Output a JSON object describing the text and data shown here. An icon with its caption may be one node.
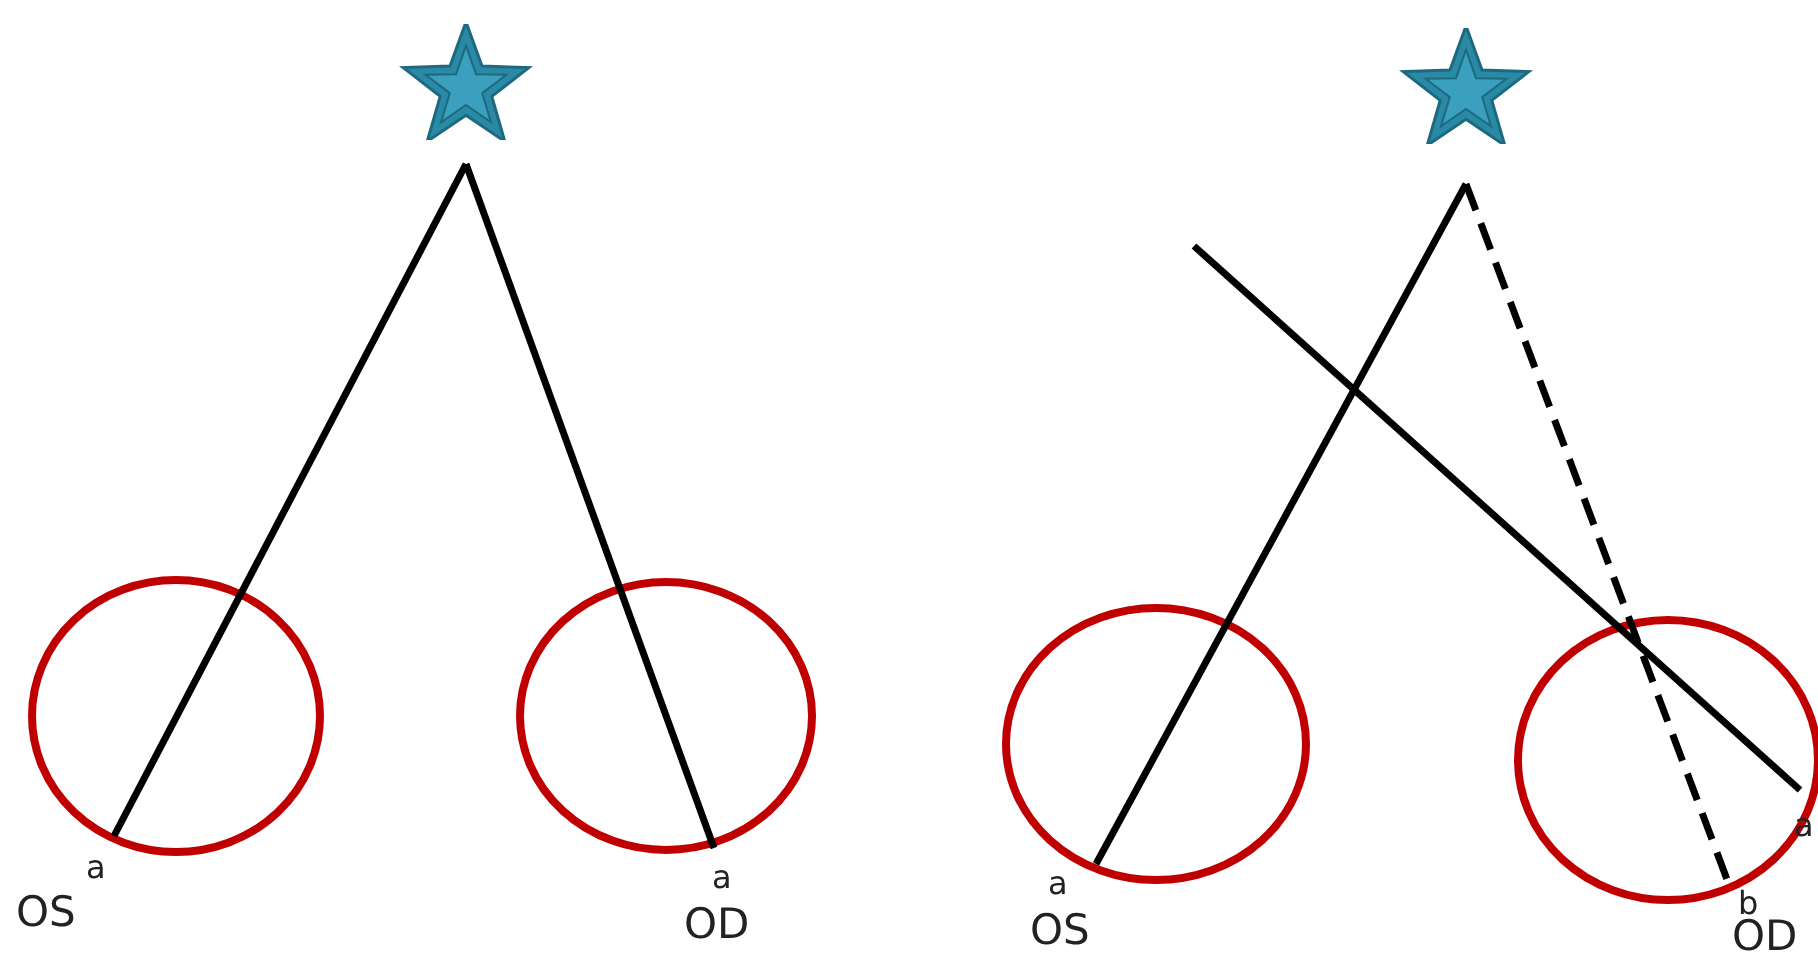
{
  "diagram": {
    "nodes": [
      {
        "text": [],
        "shape": "star"
      },
      {
        "text": [
          "a"
        ]
      },
      {
        "text": [
          "a"
        ]
      },
      {
        "text": [],
        "shape": "star"
      },
      {
        "text": [
          "a"
        ]
      },
      {
        "text": [
          "b"
        ]
      },
      {
        "text": [
          "a"
        ]
      }
    ],
    "edges": [
      {
        "from": 0,
        "to": 1,
        "arrow": "none"
      },
      {
        "from": 0,
        "to": 2,
        "arrow": "none"
      },
      {
        "from": 3,
        "to": 4,
        "arrow": "none"
      },
      {
        "from": 3,
        "to": 5,
        "arrow": "none",
        "style": "dashed"
      },
      {
        "from": null,
        "to": 6,
        "arrow": "none"
      }
    ],
    "labels": [
      "OS",
      "OD",
      "OS",
      "OD"
    ]
  }
}
